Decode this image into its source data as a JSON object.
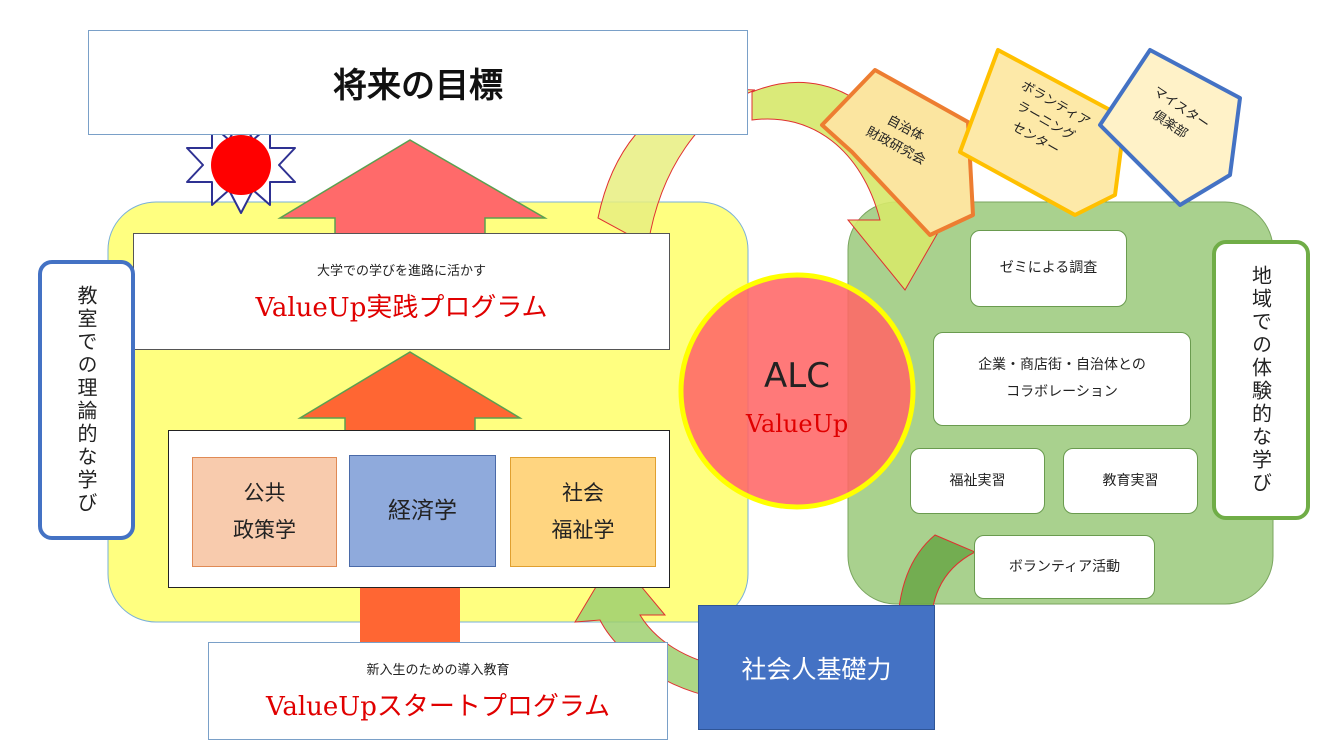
{
  "goal": {
    "title": "将来の目標"
  },
  "practice": {
    "subtitle": "大学での学びを進路に活かす",
    "title": "ValueUp実践プログラム"
  },
  "subjects": [
    {
      "label": "公共\n政策学",
      "fill": "#f8cbad",
      "stroke": "#e08a55"
    },
    {
      "label": "経済学",
      "fill": "#8faadc",
      "stroke": "#4a6aa8"
    },
    {
      "label": "社会\n福祉学",
      "fill": "#ffd580",
      "stroke": "#e0a030"
    }
  ],
  "start": {
    "subtitle": "新入生のための導入教育",
    "title": "ValueUpスタートプログラム"
  },
  "classroom": {
    "label": "教室での理論的な学び"
  },
  "community": {
    "label": "地域での体験的な学び"
  },
  "alc": {
    "title": "ALC",
    "subtitle": "ValueUp"
  },
  "activities": {
    "seminar": "ゼミによる調査",
    "collab": "企業・商店街・自治体との\nコラボレーション",
    "welfare": "福祉実習",
    "education": "教育実習",
    "volunteer": "ボランティア活動"
  },
  "tags": [
    {
      "label": "自治体\n財政研究会",
      "stroke": "#ed7d31"
    },
    {
      "label": "ボランティア\nラーニング\nセンター",
      "stroke": "#ffc000"
    },
    {
      "label": "マイスター\n倶楽部",
      "stroke": "#4472c4"
    }
  ],
  "basic": {
    "label": "社会人基礎力"
  },
  "colors": {
    "yellow_area": "#ffff80",
    "green_area": "#a9d18e",
    "red_arrow": "#ff6a6a",
    "orange_arrow": "#ff6633",
    "alc_circle": "#ff6666",
    "alc_border": "#ffff00",
    "basic_box": "#4472c4",
    "sun": "#ff0000",
    "sun_rays": "#2e3192"
  }
}
